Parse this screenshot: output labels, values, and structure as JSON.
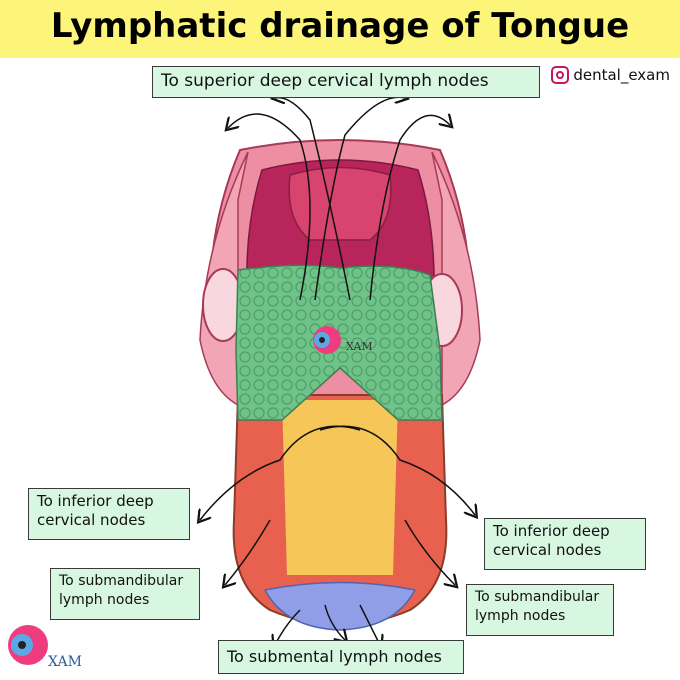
{
  "title": "Lymphatic drainage of Tongue",
  "watermark": "dental_exam",
  "labels": {
    "superior": "To superior deep cervical lymph nodes",
    "inferior_left_1": "To inferior deep",
    "inferior_left_2": "cervical nodes",
    "inferior_right_1": "To inferior deep",
    "inferior_right_2": "cervical nodes",
    "submandibular_left_1": "To submandibular",
    "submandibular_left_2": "lymph nodes",
    "submandibular_right_1": "To submandibular",
    "submandibular_right_2": "lymph nodes",
    "submental": "To submental lymph nodes"
  },
  "logo_text": "XAM",
  "logo_text_center": "XAM",
  "colors": {
    "title_bg": "#fdf57a",
    "label_bg": "#d8f7e1",
    "posterior_green": "#6fc389",
    "lateral_red": "#e8614e",
    "central_yellow": "#f6c659",
    "tip_blue": "#8f9ee6",
    "pharynx_pink": "#e57c93",
    "pharynx_dark": "#b8255a"
  }
}
